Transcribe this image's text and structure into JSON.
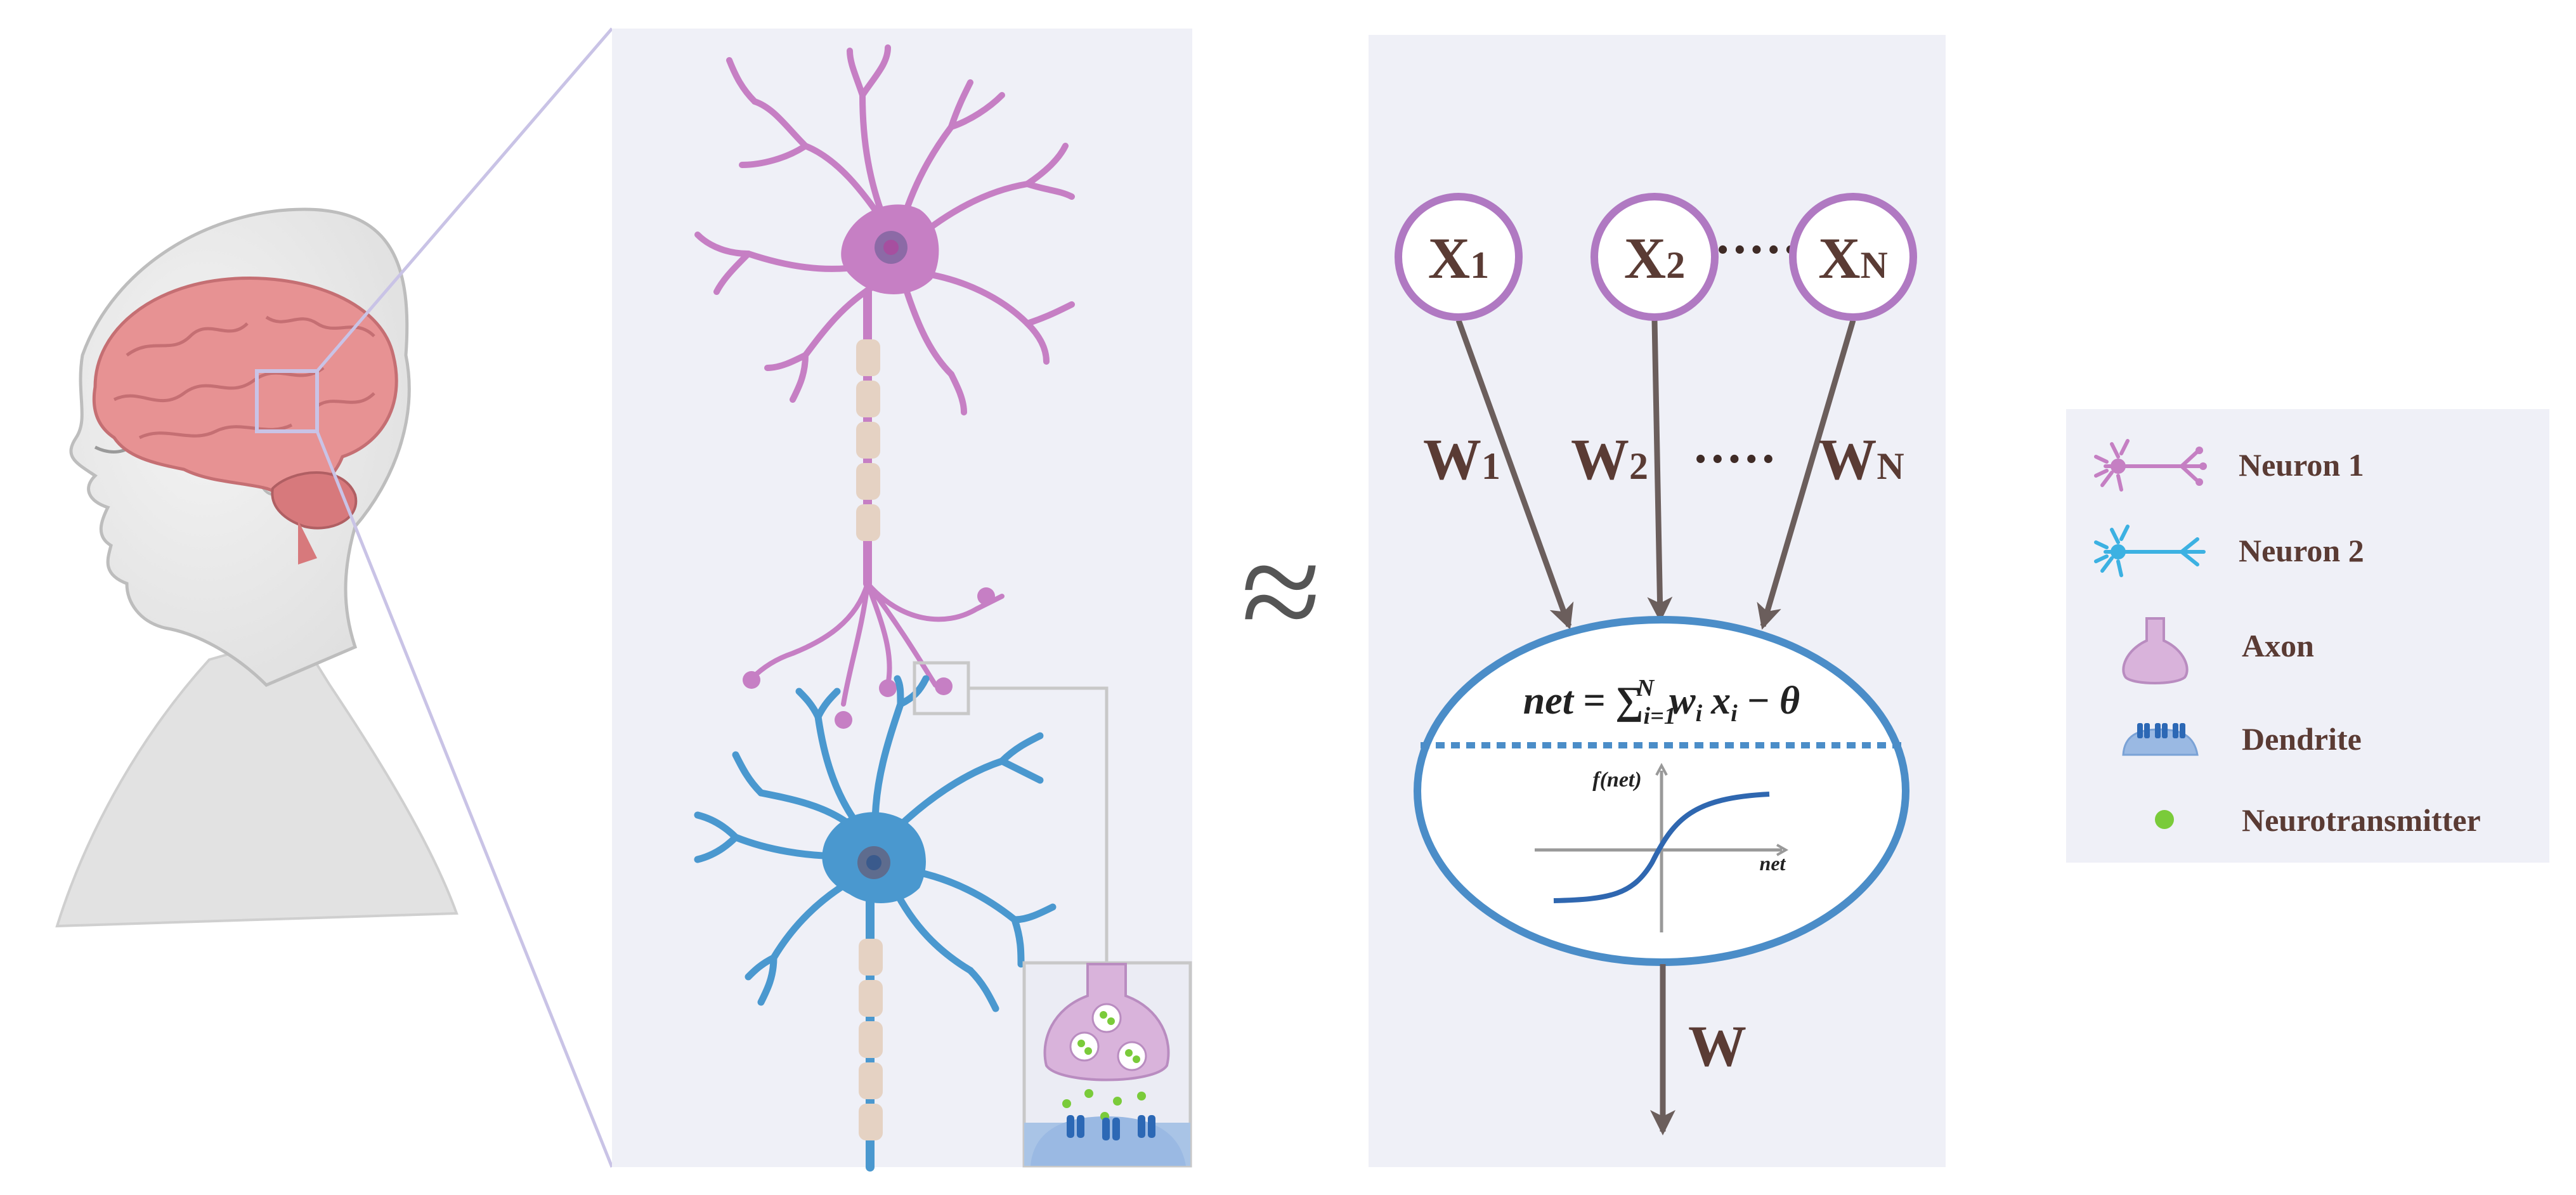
{
  "inputs": [
    {
      "letter": "X",
      "sub": "1"
    },
    {
      "letter": "X",
      "sub": "2"
    },
    {
      "letter": "X",
      "sub": "N"
    }
  ],
  "input_ellipsis": "·····",
  "weights": [
    {
      "letter": "W",
      "sub": "1"
    },
    {
      "letter": "W",
      "sub": "2"
    },
    {
      "letter": "W",
      "sub": "N"
    }
  ],
  "weight_ellipsis": "·····",
  "approx_symbol": "≈",
  "formula": {
    "lhs": "net",
    "eq": "=",
    "sum": "∑",
    "sum_upper": "N",
    "sum_lower": "i=1",
    "w": "w",
    "w_sub": "i",
    "x": "x",
    "x_sub": "i",
    "minus": "−",
    "theta": "θ"
  },
  "activation_plot": {
    "ylabel": "f(net)",
    "xlabel": "net"
  },
  "output_label": "W",
  "legend": {
    "items": [
      {
        "label": "Neuron 1",
        "icon": "neuron-icon",
        "color": "#c57fc3"
      },
      {
        "label": "Neuron 2",
        "icon": "neuron-icon",
        "color": "#3cb1e2"
      },
      {
        "label": "Axon",
        "icon": "axon-terminal-icon",
        "color": "#d9b3db"
      },
      {
        "label": "Dendrite",
        "icon": "dendrite-receptor-icon",
        "color": "#4a86c8"
      },
      {
        "label": "Neurotransmitter",
        "icon": "dot-icon",
        "color": "#7acb3a"
      }
    ]
  },
  "colors": {
    "panel_bg": "#eff0f7",
    "neuron1": "#c67fc4",
    "neuron2": "#4a98cf",
    "myelin": "#e5d2c3",
    "node_stroke": "#b079c2",
    "arrow": "#6b5e5c",
    "ellipse_stroke": "#4b8dc8",
    "label_text": "#5a3b34",
    "neurotransmitter": "#7acb3a"
  }
}
